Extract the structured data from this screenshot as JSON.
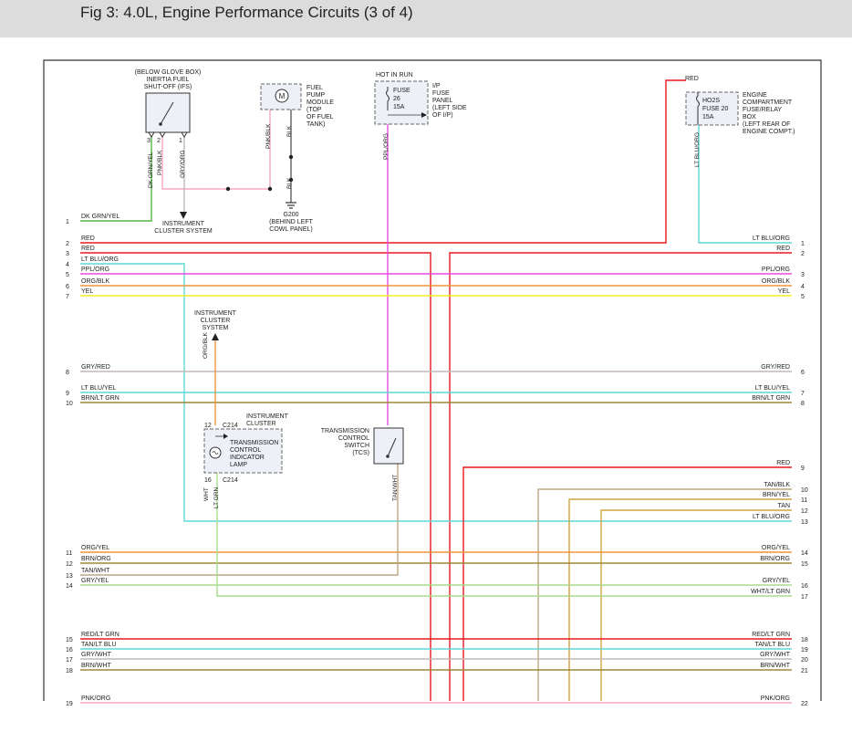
{
  "header": {
    "title": "Fig 3: 4.0L, Engine Performance Circuits (3 of 4)"
  },
  "colors": {
    "red": "#e8181e",
    "green": "#55b544",
    "cyan": "#5fd7d7",
    "magenta": "#ea4ae5",
    "orange": "#f0963a",
    "yellow": "#f2ee24",
    "gray": "#c0b8b8",
    "olive": "#9b8a36",
    "tan": "#bfa782",
    "lightgreen": "#a9dc8e",
    "pink": "#f3a9c0",
    "gold": "#cfa53f",
    "black": "#333333"
  },
  "left_wires": [
    {
      "pin": "1",
      "label": "DK GRN/YEL"
    },
    {
      "pin": "2",
      "label": "RED"
    },
    {
      "pin": "3",
      "label": "RED"
    },
    {
      "pin": "4",
      "label": "LT BLU/ORG"
    },
    {
      "pin": "5",
      "label": "PPL/ORG"
    },
    {
      "pin": "6",
      "label": "ORG/BLK"
    },
    {
      "pin": "7",
      "label": "YEL"
    },
    {
      "pin": "8",
      "label": "GRY/RED"
    },
    {
      "pin": "9",
      "label": "LT BLU/YEL"
    },
    {
      "pin": "10",
      "label": "BRN/LT GRN"
    },
    {
      "pin": "11",
      "label": "ORG/YEL"
    },
    {
      "pin": "12",
      "label": "BRN/ORG"
    },
    {
      "pin": "13",
      "label": "TAN/WHT"
    },
    {
      "pin": "14",
      "label": "GRY/YEL"
    },
    {
      "pin": "15",
      "label": "RED/LT GRN"
    },
    {
      "pin": "16",
      "label": "TAN/LT BLU"
    },
    {
      "pin": "17",
      "label": "GRY/WHT"
    },
    {
      "pin": "18",
      "label": "BRN/WHT"
    },
    {
      "pin": "19",
      "label": "PNK/ORG"
    }
  ],
  "right_wires": [
    {
      "pin": "1",
      "label": "LT BLU/ORG"
    },
    {
      "pin": "2",
      "label": "RED"
    },
    {
      "pin": "3",
      "label": "PPL/ORG"
    },
    {
      "pin": "4",
      "label": "ORG/BLK"
    },
    {
      "pin": "5",
      "label": "YEL"
    },
    {
      "pin": "6",
      "label": "GRY/RED"
    },
    {
      "pin": "7",
      "label": "LT BLU/YEL"
    },
    {
      "pin": "8",
      "label": "BRN/LT GRN"
    },
    {
      "pin": "9",
      "label": "RED"
    },
    {
      "pin": "10",
      "label": "TAN/BLK"
    },
    {
      "pin": "11",
      "label": "BRN/YEL"
    },
    {
      "pin": "12",
      "label": "TAN"
    },
    {
      "pin": "13",
      "label": "LT BLU/ORG"
    },
    {
      "pin": "14",
      "label": "ORG/YEL"
    },
    {
      "pin": "15",
      "label": "BRN/ORG"
    },
    {
      "pin": "16",
      "label": "GRY/YEL"
    },
    {
      "pin": "17",
      "label": "WHT/LT GRN"
    },
    {
      "pin": "18",
      "label": "RED/LT GRN"
    },
    {
      "pin": "19",
      "label": "TAN/LT BLU"
    },
    {
      "pin": "20",
      "label": "GRY/WHT"
    },
    {
      "pin": "21",
      "label": "BRN/WHT"
    },
    {
      "pin": "22",
      "label": "PNK/ORG"
    }
  ],
  "components": {
    "inertia": {
      "line1": "(BELOW GLOVE BOX)",
      "line2": "INERTIA FUEL",
      "line3": "SHUT-OFF (IFS)",
      "pin3": "3",
      "pin2": "2",
      "pin1": "1"
    },
    "fuel_pump": {
      "line1": "FUEL",
      "line2": "PUMP",
      "line3": "MODULE",
      "line4": "(TOP",
      "line5": "OF FUEL",
      "line6": "TANK)",
      "symbol": "M"
    },
    "ground": {
      "name": "G200",
      "line1": "(BEHIND LEFT",
      "line2": "COWL PANEL)"
    },
    "ip_fuse": {
      "hot": "HOT IN RUN",
      "fuse_line1": "FUSE",
      "fuse_line2": "26",
      "fuse_line3": "15A",
      "panel1": "I/P",
      "panel2": "FUSE",
      "panel3": "PANEL",
      "panel4": "(LEFT SIDE",
      "panel5": "OF I/P)"
    },
    "ho2s_fuse": {
      "feed": "RED",
      "line1": "HO2S",
      "line2": "FUSE 20",
      "line3": "15A",
      "box1": "ENGINE",
      "box2": "COMPARTMENT",
      "box3": "FUSE/RELAY",
      "box4": "BOX",
      "box5": "(LEFT REAR OF",
      "box6": "ENGINE COMPT.)"
    },
    "inst_cluster_top": {
      "line1": "INSTRUMENT",
      "line2": "CLUSTER SYSTEM"
    },
    "inst_cluster_mid": {
      "line1": "INSTRUMENT",
      "line2": "CLUSTER",
      "line3": "SYSTEM"
    },
    "tcil": {
      "cluster1": "INSTRUMENT",
      "cluster2": "CLUSTER",
      "pin_top": "12",
      "conn_top": "C214",
      "line1": "TRANSMISSION",
      "line2": "CONTROL",
      "line3": "INDICATOR",
      "line4": "LAMP",
      "pin_bottom": "16",
      "conn_bottom": "C214"
    },
    "tcs": {
      "line1": "TRANSMISSION",
      "line2": "CONTROL",
      "line3": "SWITCH",
      "line4": "(TCS)"
    }
  },
  "vertical_labels": {
    "dk_grn_yel": "DK GRN/YEL",
    "pnk_blk": "PNK/BLK",
    "gry_org": "GRY/ORG",
    "pnk_blk_pump": "PNK/BLK",
    "blk_pump": "BLK",
    "blk_ground": "BLK",
    "ppl_org": "PPL/ORG",
    "lt_blu_org": "LT BLU/ORG",
    "org_blk": "ORG/BLK",
    "wht": "WHT",
    "lt_grn": "LT GRN",
    "tan_wht": "TAN/WHT"
  }
}
